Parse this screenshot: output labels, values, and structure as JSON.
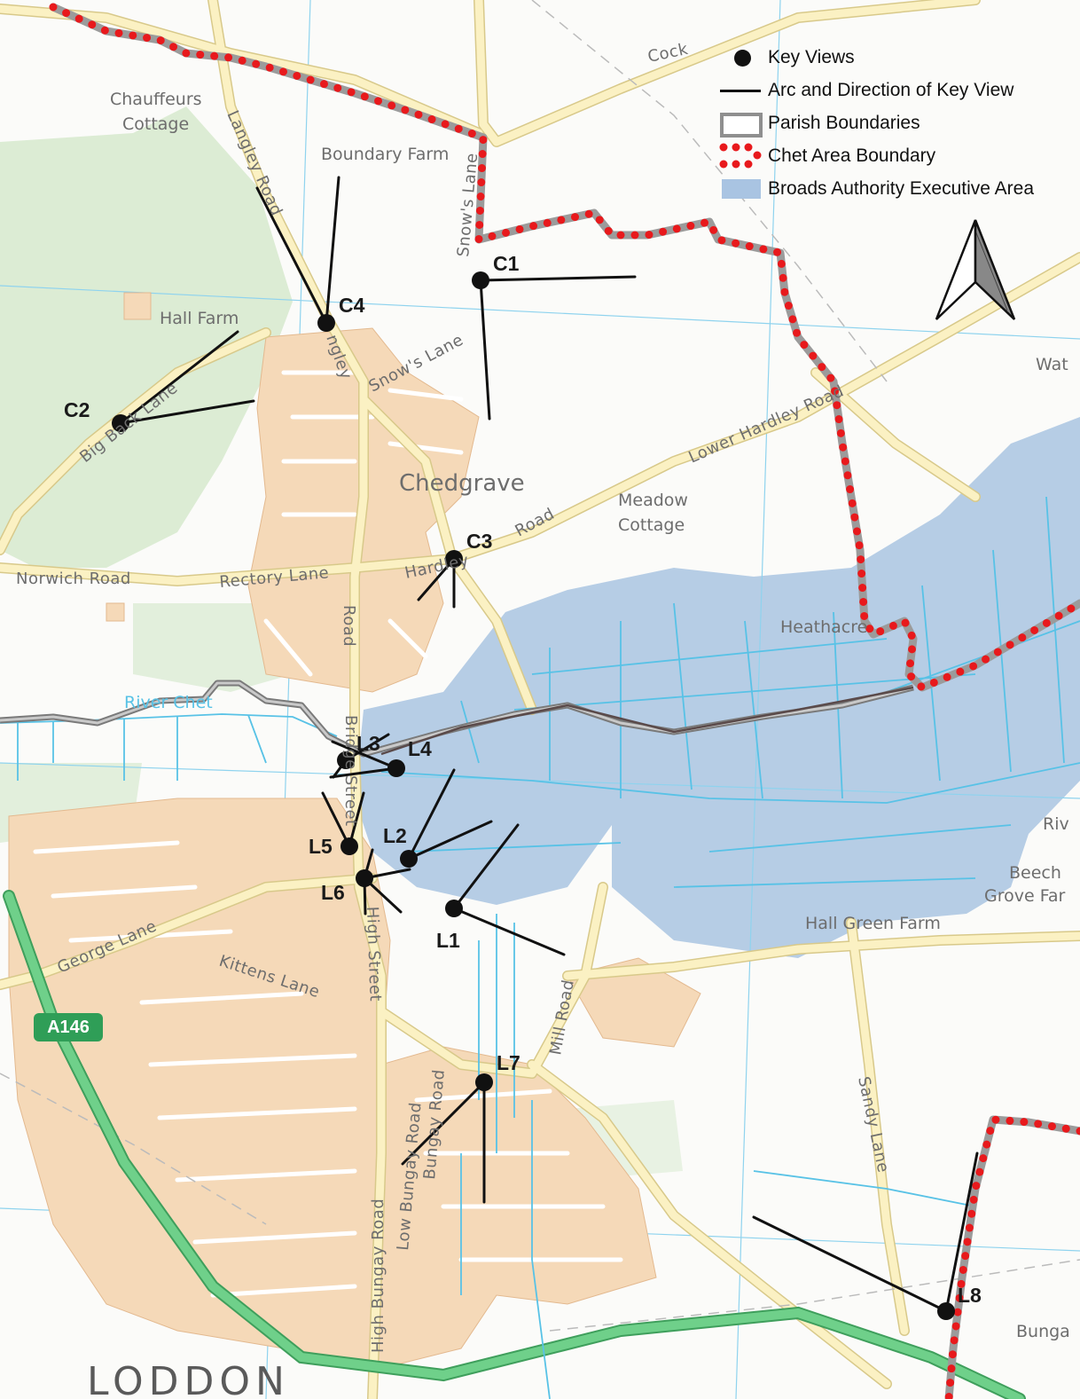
{
  "legend": {
    "key_views": "Key Views",
    "arc_direction": "Arc and Direction of Key View",
    "parish_boundaries": "Parish Boundaries",
    "chet_boundary": "Chet Area Boundary",
    "broads_area": "Broads Authority Executive Area"
  },
  "colors": {
    "chet_boundary": "#e8191c",
    "parish_boundary": "#8f8f8f",
    "broads_area": "#a9c4e2",
    "road_minor": "#fbf1c3",
    "buildings": "#f5d9b8",
    "woodland": "#dcecd4",
    "water": "#58c2e6",
    "a_road": "#5ec27a",
    "grid": "#8fd3ee"
  },
  "north_arrow_icon": "north-arrow-icon",
  "road_badge": "A146",
  "places": {
    "chedgrave": "Chedgrave",
    "loddon": "LODDON",
    "chauffeurs_cottage_1": "Chauffeurs",
    "chauffeurs_cottage_2": "Cottage",
    "boundary_farm": "Boundary Farm",
    "hall_farm": "Hall Farm",
    "meadow_cottage_1": "Meadow",
    "meadow_cottage_2": "Cottage",
    "heathacre": "Heathacre",
    "hall_green_farm": "Hall Green Farm",
    "beech_grove_1": "Beech",
    "beech_grove_2": "Grove Far",
    "river_chet": "River Chet",
    "riv": "Riv",
    "wat": "Wat",
    "bunga": "Bunga"
  },
  "roads": {
    "cock": "Cock",
    "langley_road": "Langley Road",
    "langley": "ngley",
    "snows_lane_1": "Snow's Lane",
    "snows_lane_2": "Snow's Lane",
    "big_back_lane": "Big Back Lane",
    "lower_hardley_road": "Lower Hardley Road",
    "hardley_road": "Road",
    "hardley": "Hardley",
    "norwich_road": "Norwich Road",
    "rectory_lane": "Rectory Lane",
    "road_vertical": "Road",
    "bridge_street": "Bridge Street",
    "george_lane": "George Lane",
    "kittens_lane": "Kittens Lane",
    "high_street": "High Street",
    "mill_road": "Mill Road",
    "sandy_lane": "Sandy Lane",
    "bungay_road": "Bungay Road",
    "low_bungay_road": "Low Bungay Road",
    "high_bungay_road": "High Bungay Road"
  },
  "key_views": [
    {
      "id": "C1",
      "label": "C1"
    },
    {
      "id": "C2",
      "label": "C2"
    },
    {
      "id": "C3",
      "label": "C3"
    },
    {
      "id": "C4",
      "label": "C4"
    },
    {
      "id": "L1",
      "label": "L1"
    },
    {
      "id": "L2",
      "label": "L2"
    },
    {
      "id": "L3",
      "label": "L3"
    },
    {
      "id": "L4",
      "label": "L4"
    },
    {
      "id": "L5",
      "label": "L5"
    },
    {
      "id": "L6",
      "label": "L6"
    },
    {
      "id": "L7",
      "label": "L7"
    },
    {
      "id": "L8",
      "label": "L8"
    }
  ]
}
